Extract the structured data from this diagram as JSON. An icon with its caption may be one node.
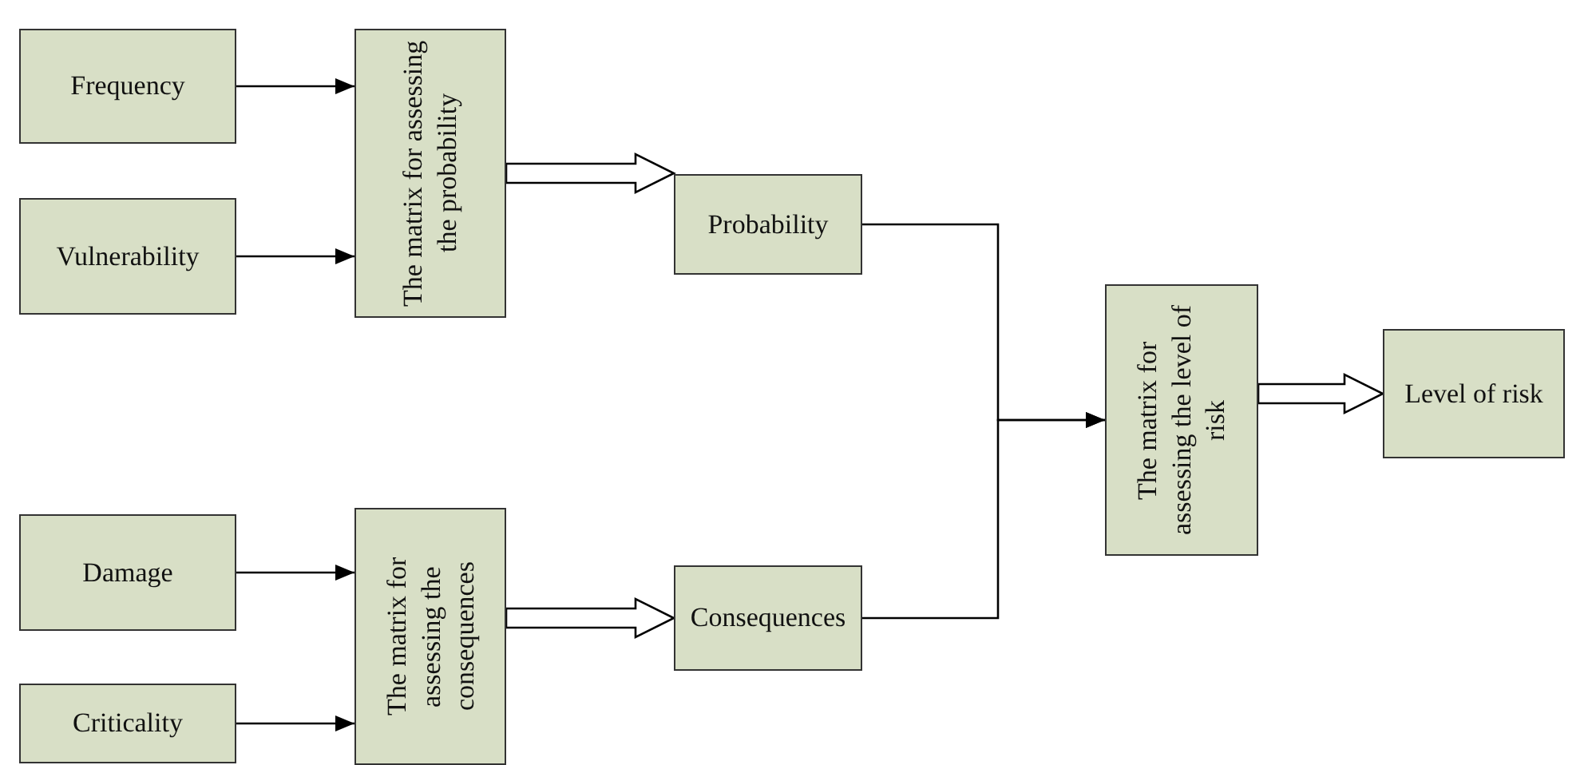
{
  "diagram": {
    "nodes": [
      {
        "text": [
          "Frequency"
        ]
      },
      {
        "text": [
          "Vulnerability"
        ]
      },
      {
        "text": [
          "The matrix for assessing the probability"
        ]
      },
      {
        "text": [
          "Probability"
        ]
      },
      {
        "text": [
          "Damage"
        ]
      },
      {
        "text": [
          "Criticality"
        ]
      },
      {
        "text": [
          "The matrix for assessing the consequences"
        ]
      },
      {
        "text": [
          "Consequences"
        ]
      },
      {
        "text": [
          "The matrix for assessing the level of risk"
        ]
      },
      {
        "text": [
          "Level of risk"
        ]
      }
    ],
    "edges": [
      {
        "from": 0,
        "to": 2,
        "arrow": "to"
      },
      {
        "from": 1,
        "to": 2,
        "arrow": "to"
      },
      {
        "from": 2,
        "to": 3,
        "arrow": "to",
        "style": "thick"
      },
      {
        "from": 4,
        "to": 6,
        "arrow": "to"
      },
      {
        "from": 5,
        "to": 6,
        "arrow": "to"
      },
      {
        "from": 6,
        "to": 7,
        "arrow": "to",
        "style": "thick"
      },
      {
        "from": 3,
        "to": 8,
        "arrow": "to"
      },
      {
        "from": 7,
        "to": 8,
        "arrow": "to"
      },
      {
        "from": 8,
        "to": 9,
        "arrow": "to",
        "style": "thick"
      }
    ]
  }
}
